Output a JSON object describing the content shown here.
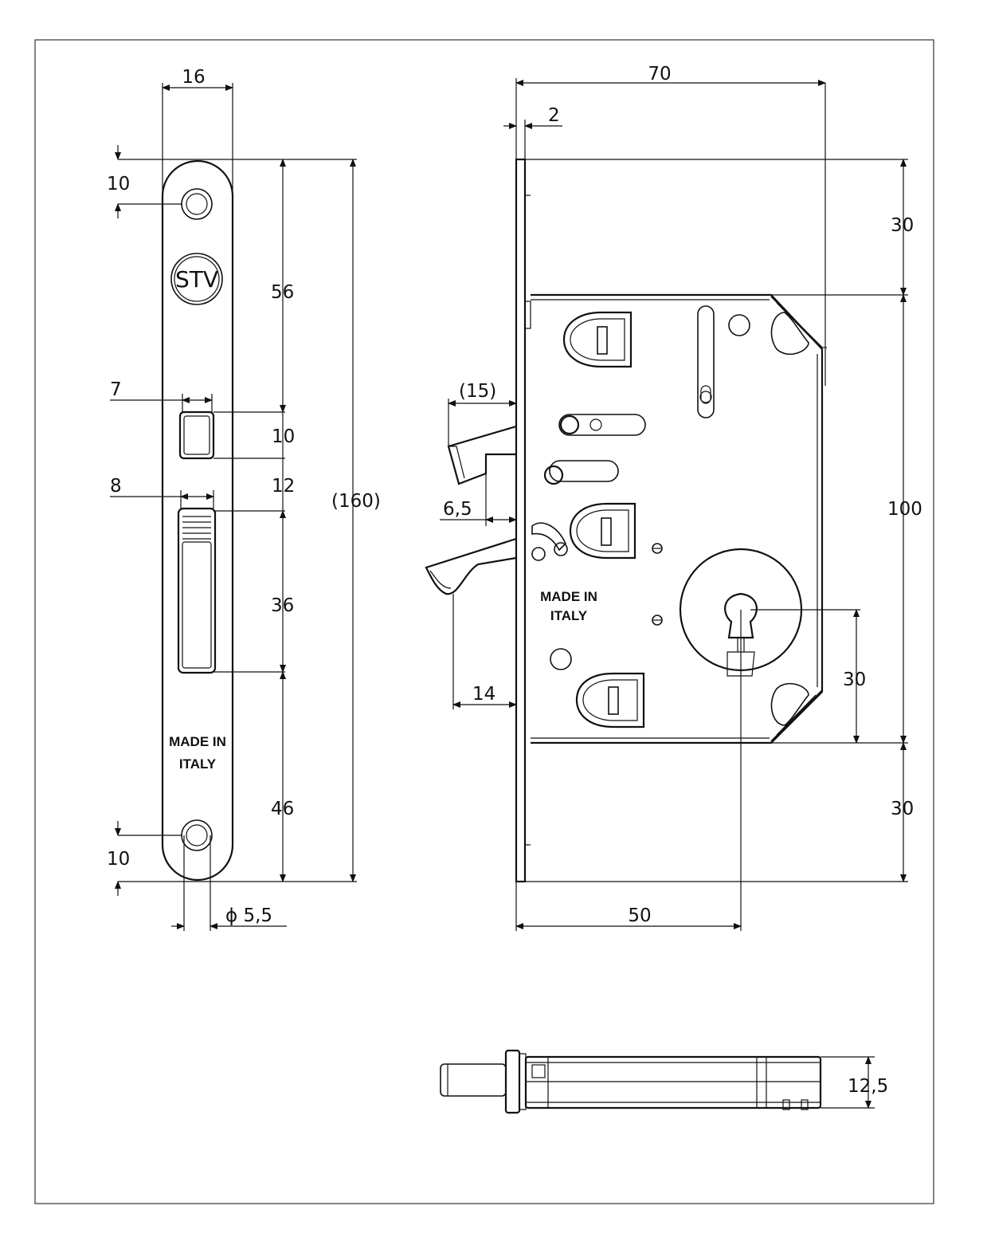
{
  "faceplate": {
    "dims": {
      "width": "16",
      "top_hole": "10",
      "bottom_hole": "10",
      "hole_to_latch": "56",
      "latch_height": "10",
      "gap": "12",
      "bolt_height": "36",
      "bolt_to_hole": "46",
      "total_height": "(160)",
      "latch_width": "7",
      "bolt_width": "8",
      "hole_diameter": "ϕ 5,5"
    },
    "logo_text": "STV",
    "mark_line1": "MADE IN",
    "mark_line2": "ITALY"
  },
  "body": {
    "dims": {
      "width": "70",
      "plate_thickness": "2",
      "top": "30",
      "middle": "100",
      "bottom": "30",
      "latch_projection": "(15)",
      "latch_step": "6,5",
      "hook_projection": "14",
      "key_offset": "30",
      "backset": "50"
    },
    "mark_line1": "MADE IN",
    "mark_line2": "ITALY"
  },
  "side_view": {
    "dims": {
      "thickness": "12,5"
    }
  }
}
